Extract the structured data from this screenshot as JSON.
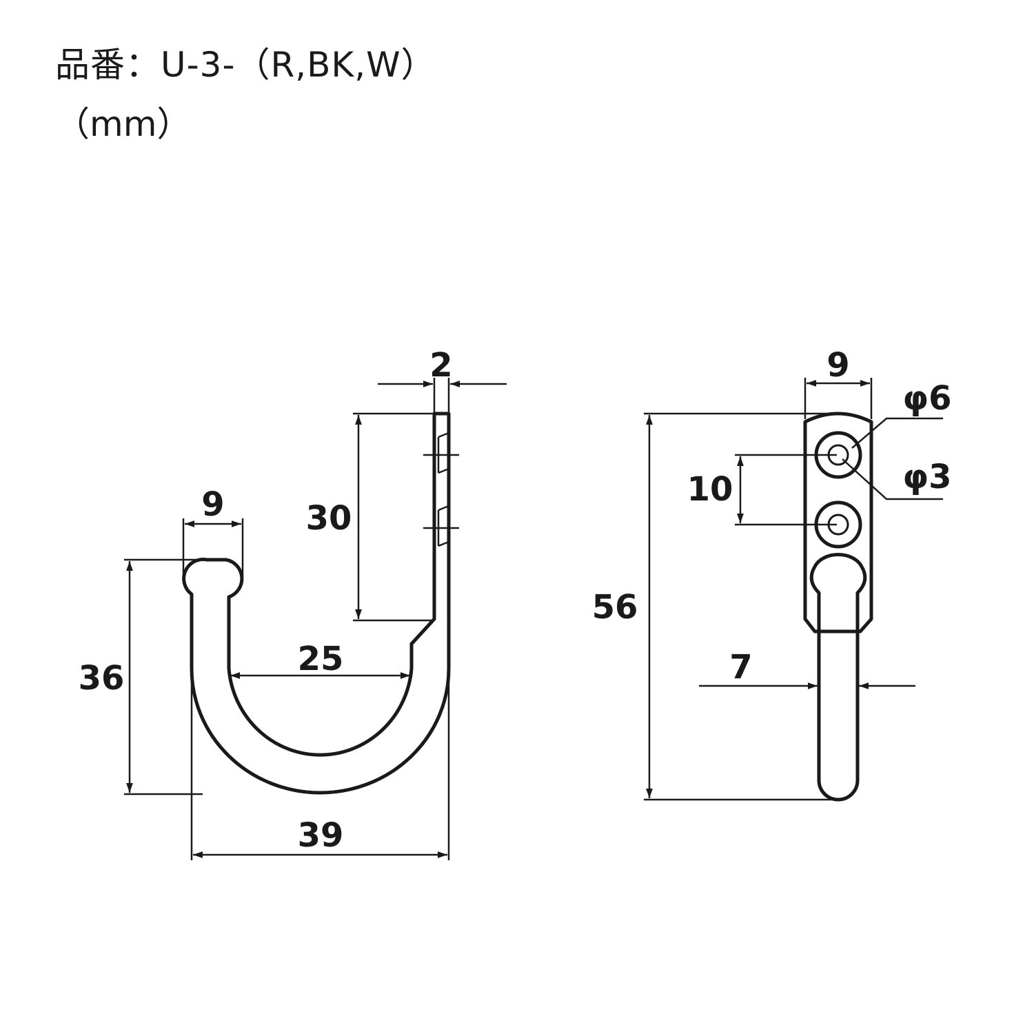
{
  "header": {
    "part_number": "品番：U-3-（R,BK,W）",
    "unit": "（mm）"
  },
  "side_view": {
    "head_width": "9",
    "plate_thickness": "2",
    "plate_height": "30",
    "inner_width": "25",
    "hook_height": "36",
    "overall_width": "39"
  },
  "front_view": {
    "plate_width": "9",
    "hole_outer": "φ6",
    "hole_inner": "φ3",
    "hole_pitch": "10",
    "overall_height": "56",
    "rod_width": "7"
  }
}
